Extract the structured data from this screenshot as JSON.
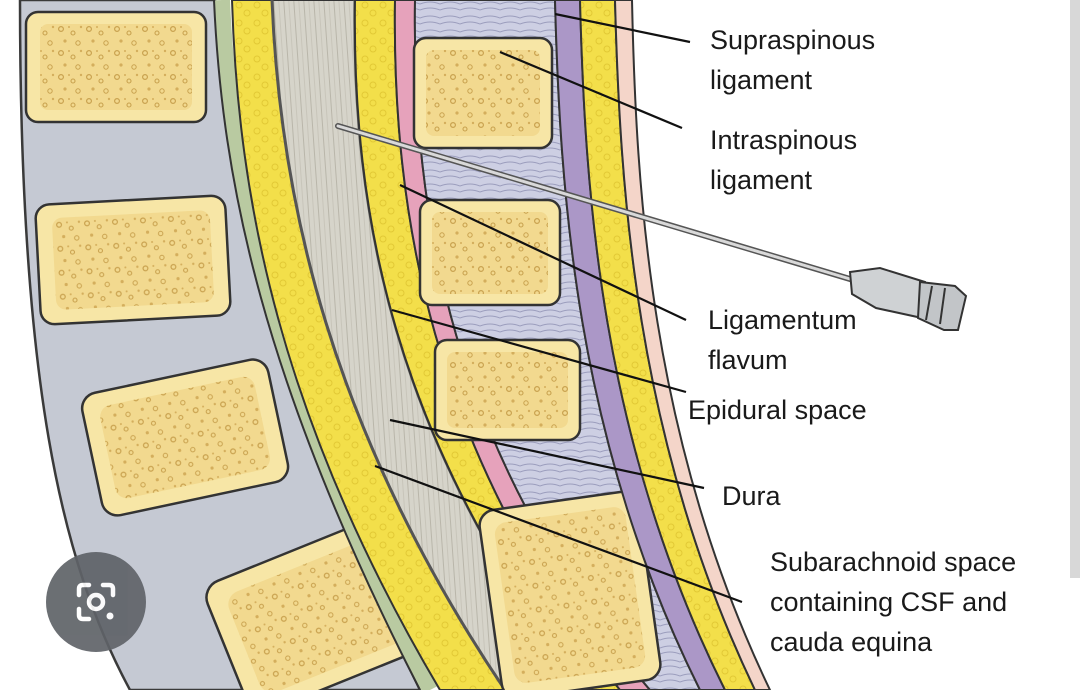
{
  "labels": {
    "supraspinous": [
      "Supraspinous",
      "ligament"
    ],
    "intraspinous": [
      "Intraspinous",
      "ligament"
    ],
    "flavum": [
      "Ligamentum",
      "flavum"
    ],
    "epidural": [
      "Epidural space"
    ],
    "dura": [
      "Dura"
    ],
    "subarachnoid": [
      "Subarachnoid space",
      "containing CSF and",
      "cauda equina"
    ]
  },
  "icons": {
    "lens": "camera-search-icon"
  },
  "colors": {
    "bone_fill": "#f7e6a6",
    "bone_spots": "#d7b463",
    "disc": "#c9cdd6",
    "fat": "#f2de45",
    "flavum_pink": "#e6a2bb",
    "supraspinous_purple": "#ab97c7",
    "interspinous_blue": "#c9cbe1",
    "cauda_gray": "#d5d3c9",
    "skin": "#f4d5c9",
    "outline": "#333333"
  }
}
